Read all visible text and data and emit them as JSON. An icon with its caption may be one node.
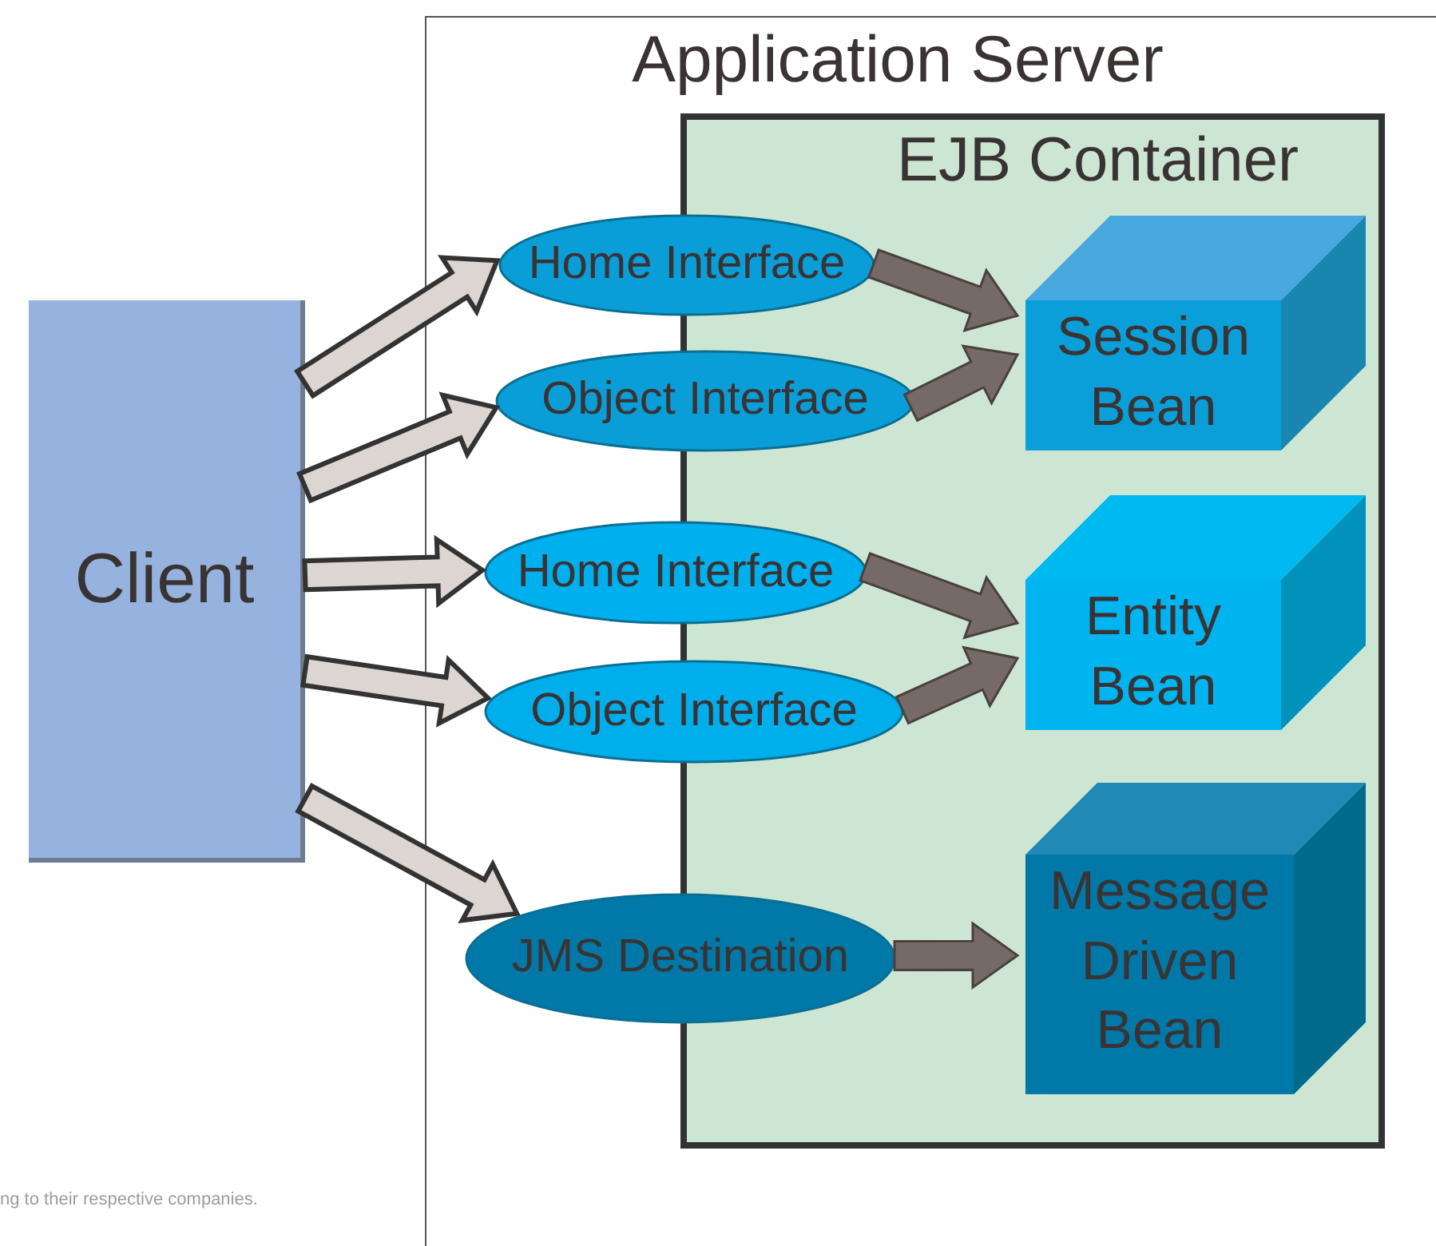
{
  "diagram": {
    "nodes": [
      {
        "text": [
          "Application Server"
        ]
      },
      {
        "text": [
          "EJB Container"
        ],
        "in": 0
      },
      {
        "text": [
          "Client"
        ]
      },
      {
        "text": [
          "Home Interface"
        ],
        "in": 0
      },
      {
        "text": [
          "Object Interface"
        ],
        "in": 0
      },
      {
        "text": [
          "Home Interface"
        ],
        "in": 0
      },
      {
        "text": [
          "Object Interface"
        ],
        "in": 0
      },
      {
        "text": [
          "JMS Destination"
        ],
        "in": 0
      },
      {
        "text": [
          "Session Bean"
        ],
        "in": 1
      },
      {
        "text": [
          "Entity Bean"
        ],
        "in": 1
      },
      {
        "text": [
          "Message Driven Bean"
        ],
        "in": 1
      }
    ],
    "edges": [
      {
        "from": 2,
        "to": 3,
        "arrow": "to"
      },
      {
        "from": 2,
        "to": 4,
        "arrow": "to"
      },
      {
        "from": 2,
        "to": 5,
        "arrow": "to"
      },
      {
        "from": 2,
        "to": 6,
        "arrow": "to"
      },
      {
        "from": 2,
        "to": 7,
        "arrow": "to"
      },
      {
        "from": 3,
        "to": 8,
        "arrow": "to",
        "color": "#766a66"
      },
      {
        "from": 4,
        "to": 8,
        "arrow": "to",
        "color": "#766a66"
      },
      {
        "from": 5,
        "to": 9,
        "arrow": "to",
        "color": "#766a66"
      },
      {
        "from": 6,
        "to": 9,
        "arrow": "to",
        "color": "#766a66"
      },
      {
        "from": 7,
        "to": 10,
        "arrow": "to",
        "color": "#766a66"
      }
    ],
    "labels": [
      "ng to their respective companies."
    ]
  }
}
